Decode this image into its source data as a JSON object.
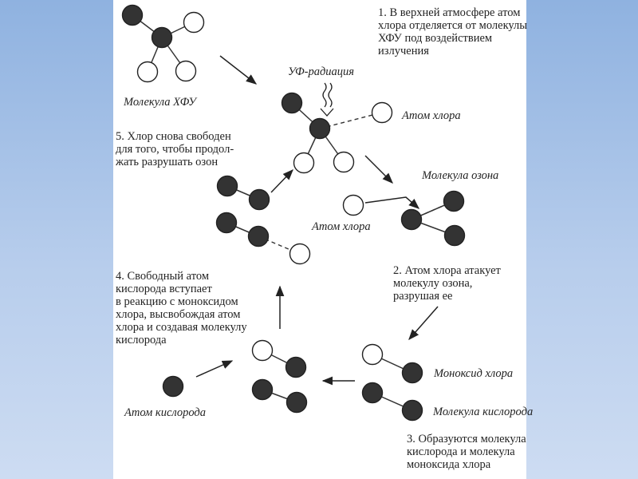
{
  "steps": {
    "s1": "1. В верхней атмосфере атом\nхлора отделяется от молекулы\nХФУ под воздействием\nизлучения",
    "s2": "2. Атом хлора атакует\nмолекулу озона,\nразрушая ее",
    "s3": "3. Образуются молекула\nкислорода и молекула\nмоноксида хлора",
    "s4": "4. Свободный атом\nкислорода вступает\nв реакцию с моноксидом\nхлора, высвобождая атом\nхлора и создавая молекулу\nкислорода",
    "s5": "5. Хлор снова свободен\nдля того, чтобы продол-\nжать разрушать озон"
  },
  "labels": {
    "cfc_molecule": "Молекула ХФУ",
    "uv_radiation": "УФ-радиация",
    "chlorine_atom_top": "Атом хлора",
    "ozone_molecule": "Молекула озона",
    "chlorine_atom_mid": "Атом хлора",
    "chlorine_monoxide": "Моноксид хлора",
    "oxygen_molecule": "Молекула кислорода",
    "oxygen_atom": "Атом кислорода"
  },
  "colors": {
    "background_top": "#8fb2e0",
    "background_bottom": "#cddcf2",
    "panel": "#ffffff",
    "dark_atom": "#333333",
    "white_atom": "#ffffff",
    "ink": "#222222"
  }
}
